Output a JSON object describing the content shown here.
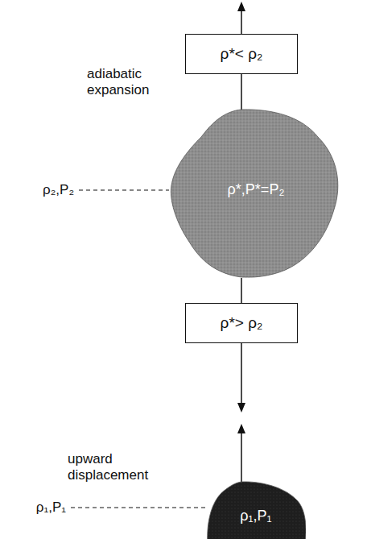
{
  "diagram": {
    "nodes": [
      {
        "text": [
          "ρ*< ρ₂"
        ]
      },
      {
        "text": [
          "ρ*,P*=P₂"
        ]
      },
      {
        "text": [
          "ρ*> ρ₂"
        ]
      },
      {
        "text": [
          "ρ₁,P₁"
        ]
      }
    ],
    "edges": [
      {
        "from": 0,
        "to": 1,
        "arrow": "none"
      },
      {
        "from": 1,
        "to": 2,
        "arrow": "none"
      }
    ],
    "labels": [
      "adiabatic expansion",
      "ρ₂,P₂",
      "upward displacement",
      "ρ₁,P₁"
    ]
  }
}
